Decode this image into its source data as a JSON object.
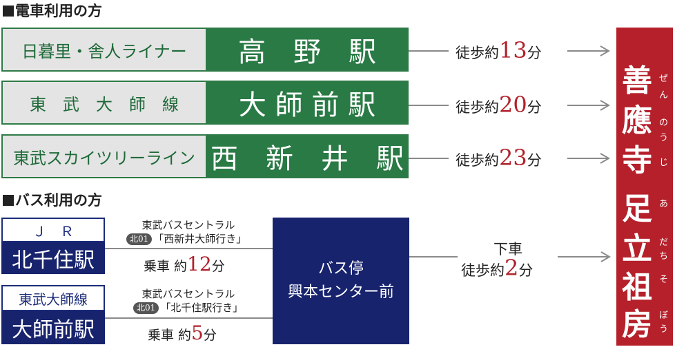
{
  "train_heading": "電車利用の方",
  "bus_heading": "バス利用の方",
  "train_routes": [
    {
      "line": "日暮里・舎人ライナー",
      "station": "高　野　駅",
      "walk_prefix": "徒歩約",
      "walk_min": "13",
      "walk_unit": "分"
    },
    {
      "line": "東　武　大　師　線",
      "station": "大 師 前 駅",
      "walk_prefix": "徒歩約",
      "walk_min": "20",
      "walk_unit": "分"
    },
    {
      "line": "東武スカイツリーライン",
      "station": "西　新　井　駅",
      "walk_prefix": "徒歩約",
      "walk_min": "23",
      "walk_unit": "分"
    }
  ],
  "destination": {
    "temple": [
      "善",
      "應",
      "寺"
    ],
    "temple_ruby": [
      "ぜ",
      "ん",
      "の",
      "う",
      "じ"
    ],
    "place": [
      "足",
      "立",
      "祖",
      "房"
    ],
    "place_ruby": [
      "あ",
      "だ",
      "ち",
      "そ",
      "ぼ",
      "う"
    ]
  },
  "bus_routes": [
    {
      "top": "Ｊ　Ｒ",
      "station": "北千住駅",
      "company": "東武バスセントラル",
      "route_badge": "北01",
      "route_dest": "「西新井大師行き」",
      "ride_prefix": "乗車 約",
      "ride_min": "12",
      "ride_unit": "分"
    },
    {
      "top": "東武大師線",
      "station": "大師前駅",
      "company": "東武バスセントラル",
      "route_badge": "北01",
      "route_dest": "「北千住駅行き」",
      "ride_prefix": "乗車 約",
      "ride_min": "5",
      "ride_unit": "分"
    }
  ],
  "bus_stop": {
    "line1": "バス停",
    "line2": "興本センター前"
  },
  "bus_walk": {
    "line1": "下車",
    "prefix": "徒歩約",
    "min": "2",
    "unit": "分"
  },
  "colors": {
    "green": "#2a7a45",
    "red": "#b5202a",
    "navy": "#17236d",
    "number_red": "#b0232c"
  }
}
